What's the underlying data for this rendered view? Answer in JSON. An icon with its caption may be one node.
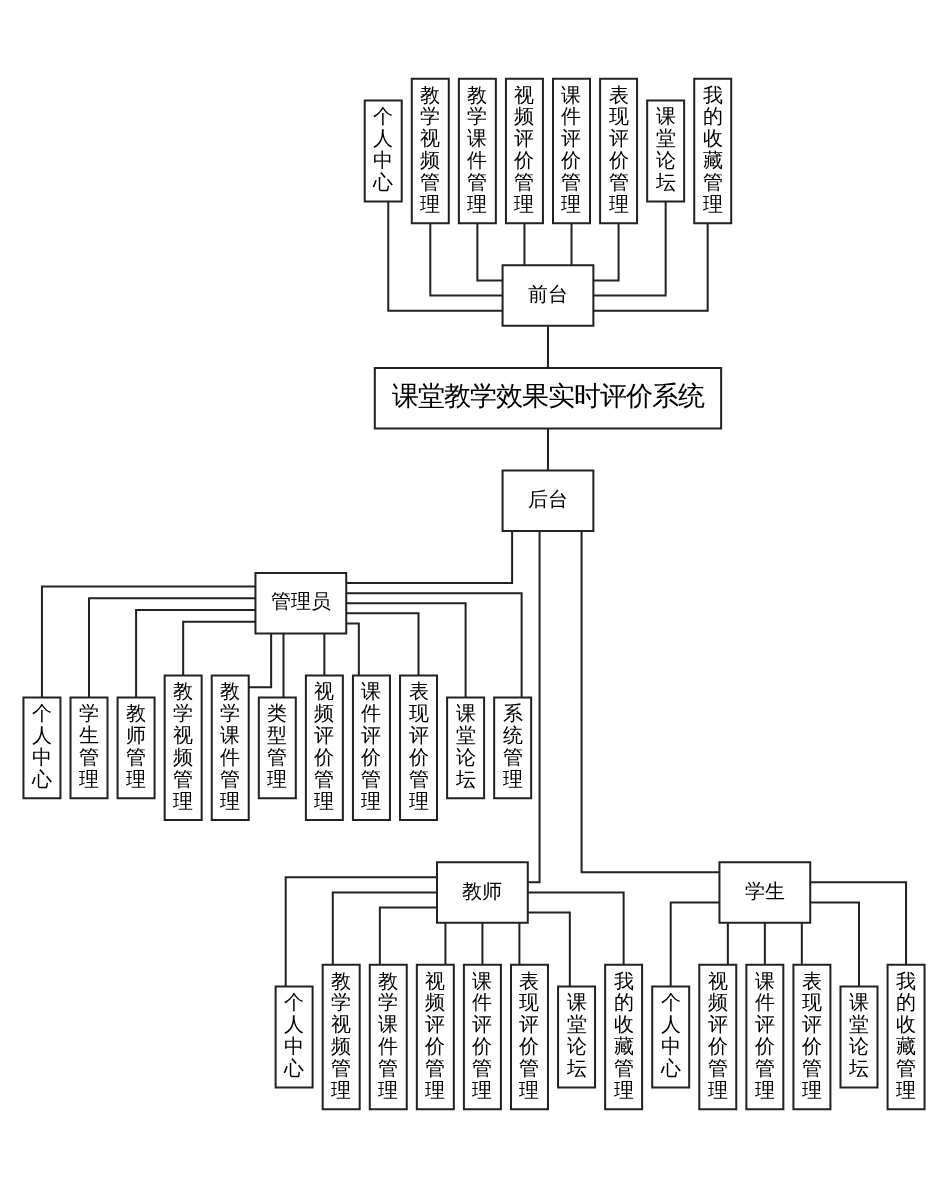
{
  "diagram": {
    "nodes": [
      {
        "text": [
          "个人中心"
        ]
      },
      {
        "text": [
          "教学视频管理"
        ]
      },
      {
        "text": [
          "教学课件管理"
        ]
      },
      {
        "text": [
          "视频评价管理"
        ]
      },
      {
        "text": [
          "课件评价管理"
        ]
      },
      {
        "text": [
          "表现评价管理"
        ]
      },
      {
        "text": [
          "课堂论坛"
        ]
      },
      {
        "text": [
          "我的收藏管理"
        ]
      },
      {
        "text": [
          "前台"
        ]
      },
      {
        "text": [
          "课堂教学效果实时评价系统"
        ]
      },
      {
        "text": [
          "后台"
        ]
      },
      {
        "text": [
          "管理员"
        ]
      },
      {
        "text": [
          "个人中心"
        ]
      },
      {
        "text": [
          "学生管理"
        ]
      },
      {
        "text": [
          "教师管理"
        ]
      },
      {
        "text": [
          "教学视频管理"
        ]
      },
      {
        "text": [
          "教学课件管理"
        ]
      },
      {
        "text": [
          "类型管理"
        ]
      },
      {
        "text": [
          "视频评价管理"
        ]
      },
      {
        "text": [
          "课件评价管理"
        ]
      },
      {
        "text": [
          "表现评价管理"
        ]
      },
      {
        "text": [
          "课堂论坛"
        ]
      },
      {
        "text": [
          "系统管理"
        ]
      },
      {
        "text": [
          "教师"
        ]
      },
      {
        "text": [
          "个人中心"
        ]
      },
      {
        "text": [
          "教学视频管理"
        ]
      },
      {
        "text": [
          "教学课件管理"
        ]
      },
      {
        "text": [
          "视频评价管理"
        ]
      },
      {
        "text": [
          "课件评价管理"
        ]
      },
      {
        "text": [
          "表现评价管理"
        ]
      },
      {
        "text": [
          "课堂论坛"
        ]
      },
      {
        "text": [
          "我的收藏管理"
        ]
      },
      {
        "text": [
          "学生"
        ]
      },
      {
        "text": [
          "个人中心"
        ]
      },
      {
        "text": [
          "视频评价管理"
        ]
      },
      {
        "text": [
          "课件评价管理"
        ]
      },
      {
        "text": [
          "表现评价管理"
        ]
      },
      {
        "text": [
          "课堂论坛"
        ]
      },
      {
        "text": [
          "我的收藏管理"
        ]
      }
    ],
    "edges": [
      {
        "from": 0,
        "to": 8,
        "arrow": "none"
      },
      {
        "from": 1,
        "to": 8,
        "arrow": "none"
      },
      {
        "from": 2,
        "to": 8,
        "arrow": "none"
      },
      {
        "from": 3,
        "to": 8,
        "arrow": "none"
      },
      {
        "from": 4,
        "to": 8,
        "arrow": "none"
      },
      {
        "from": 5,
        "to": 8,
        "arrow": "none"
      },
      {
        "from": 6,
        "to": 8,
        "arrow": "none"
      },
      {
        "from": 7,
        "to": 8,
        "arrow": "none"
      },
      {
        "from": 8,
        "to": 9,
        "arrow": "none"
      },
      {
        "from": 9,
        "to": 10,
        "arrow": "none"
      },
      {
        "from": 10,
        "to": 11,
        "arrow": "none"
      },
      {
        "from": 10,
        "to": 23,
        "arrow": "none"
      },
      {
        "from": 10,
        "to": 32,
        "arrow": "none"
      },
      {
        "from": 11,
        "to": 12,
        "arrow": "none"
      },
      {
        "from": 11,
        "to": 13,
        "arrow": "none"
      },
      {
        "from": 11,
        "to": 14,
        "arrow": "none"
      },
      {
        "from": 11,
        "to": 15,
        "arrow": "none"
      },
      {
        "from": 11,
        "to": 16,
        "arrow": "none"
      },
      {
        "from": 11,
        "to": 17,
        "arrow": "none"
      },
      {
        "from": 11,
        "to": 18,
        "arrow": "none"
      },
      {
        "from": 11,
        "to": 19,
        "arrow": "none"
      },
      {
        "from": 11,
        "to": 20,
        "arrow": "none"
      },
      {
        "from": 11,
        "to": 21,
        "arrow": "none"
      },
      {
        "from": 11,
        "to": 22,
        "arrow": "none"
      },
      {
        "from": 23,
        "to": 24,
        "arrow": "none"
      },
      {
        "from": 23,
        "to": 25,
        "arrow": "none"
      },
      {
        "from": 23,
        "to": 26,
        "arrow": "none"
      },
      {
        "from": 23,
        "to": 27,
        "arrow": "none"
      },
      {
        "from": 23,
        "to": 28,
        "arrow": "none"
      },
      {
        "from": 23,
        "to": 29,
        "arrow": "none"
      },
      {
        "from": 23,
        "to": 30,
        "arrow": "none"
      },
      {
        "from": 23,
        "to": 31,
        "arrow": "none"
      },
      {
        "from": 32,
        "to": 33,
        "arrow": "none"
      },
      {
        "from": 32,
        "to": 34,
        "arrow": "none"
      },
      {
        "from": 32,
        "to": 35,
        "arrow": "none"
      },
      {
        "from": 32,
        "to": 36,
        "arrow": "none"
      },
      {
        "from": 32,
        "to": 37,
        "arrow": "none"
      },
      {
        "from": 32,
        "to": 38,
        "arrow": "none"
      }
    ]
  }
}
